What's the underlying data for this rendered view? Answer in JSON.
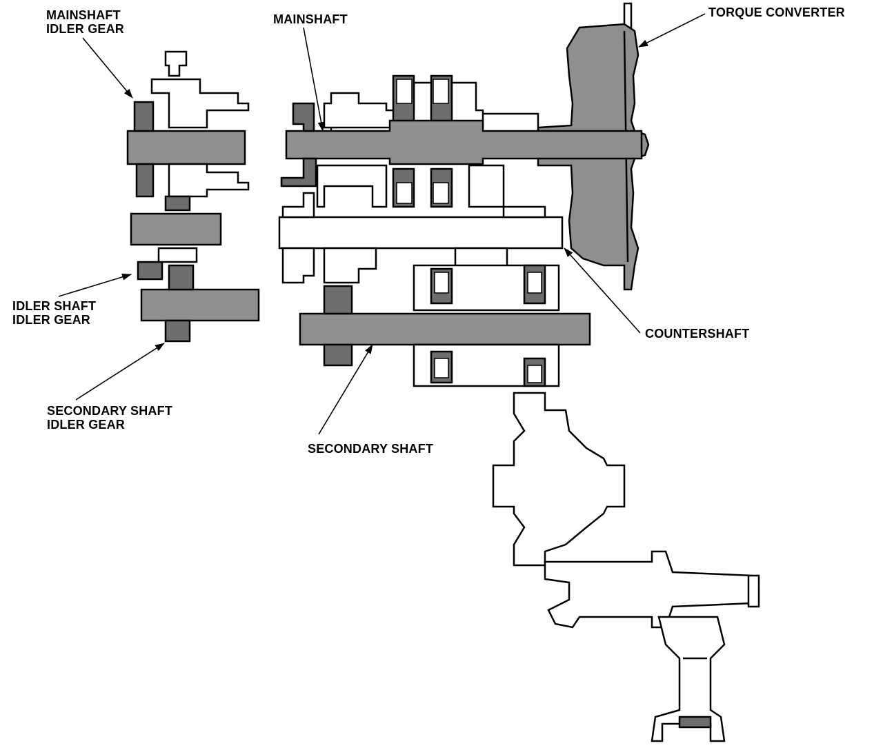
{
  "labels": {
    "mainshaft_idler_gear": [
      "MAINSHAFT",
      "IDLER GEAR"
    ],
    "mainshaft": "MAINSHAFT",
    "torque_converter": "TORQUE CONVERTER",
    "idler_shaft_idler_gear": [
      "IDLER SHAFT",
      "IDLER GEAR"
    ],
    "countershaft": "COUNTERSHAFT",
    "secondary_shaft_idler_gear": [
      "SECONDARY SHAFT",
      "IDLER GEAR"
    ],
    "secondary_shaft": "SECONDARY SHAFT"
  },
  "colors": {
    "shaded_part": "#8f8f8f",
    "line": "#000000",
    "background": "#ffffff"
  }
}
